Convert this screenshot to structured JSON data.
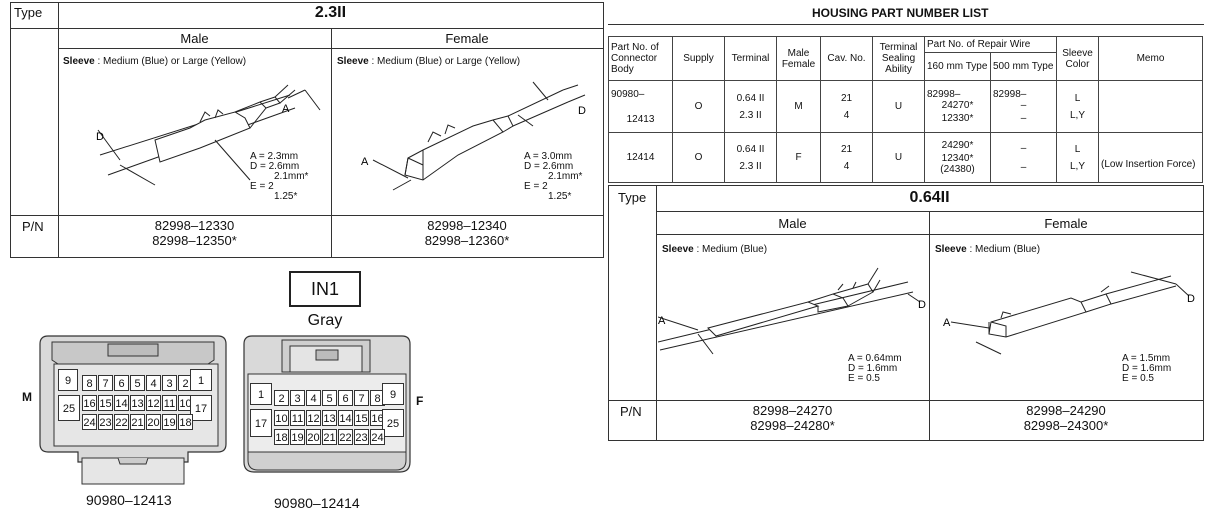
{
  "left_table": {
    "type_label": "Type",
    "type_value": "2.3II",
    "male_header": "Male",
    "female_header": "Female",
    "male_sleeve_key": "Sleeve",
    "male_sleeve": " : Medium (Blue) or Large (Yellow)",
    "female_sleeve_key": "Sleeve",
    "female_sleeve": " : Medium (Blue) or Large (Yellow)",
    "male_dims": [
      "A = 2.3mm",
      "D = 2.6mm",
      "2.1mm*",
      "E = 2",
      "1.25*"
    ],
    "female_dims": [
      "A = 3.0mm",
      "D = 2.6mm",
      "2.1mm*",
      "E = 2",
      "1.25*"
    ],
    "labels": {
      "a": "A",
      "d": "D"
    },
    "pn_label": "P/N",
    "male_pn": [
      "82998–12330",
      "82998–12350*"
    ],
    "female_pn": [
      "82998–12340",
      "82998–12360*"
    ]
  },
  "connector": {
    "name": "IN1",
    "color": "Gray",
    "left_side": "M",
    "right_side": "F",
    "left_part": "90980–12413",
    "right_part": "90980–12414",
    "male_pins_top": [
      "9",
      "8",
      "7",
      "6",
      "5",
      "4",
      "3",
      "2",
      "1"
    ],
    "male_pins_mid": [
      "25",
      "16",
      "15",
      "14",
      "13",
      "12",
      "11",
      "10",
      "17"
    ],
    "male_pins_bot": [
      "24",
      "23",
      "22",
      "21",
      "20",
      "19",
      "18"
    ],
    "female_pins_top": [
      "1",
      "2",
      "3",
      "4",
      "5",
      "6",
      "7",
      "8",
      "9"
    ],
    "female_pins_mid": [
      "17",
      "10",
      "11",
      "12",
      "13",
      "14",
      "15",
      "16",
      "25"
    ],
    "female_pins_bot": [
      "18",
      "19",
      "20",
      "21",
      "22",
      "23",
      "24"
    ]
  },
  "housing": {
    "title": "HOUSING PART NUMBER LIST",
    "headers": {
      "part_no": "Part No. of Connector Body",
      "supply": "Supply",
      "terminal": "Terminal",
      "male_female": "Male Female",
      "cav": "Cav. No.",
      "sealing": "Terminal Sealing Ability",
      "repair": "Part No. of Repair Wire",
      "mm160": "160 mm Type",
      "mm500": "500 mm Type",
      "sleeve": "Sleeve Color",
      "memo": "Memo"
    },
    "row1": {
      "part_a": "90980–",
      "part_b": "12413",
      "supply": "O",
      "term_a": "0.64 II",
      "term_b": "2.3 II",
      "mf": "M",
      "cav_a": "21",
      "cav_b": "4",
      "seal": "U",
      "r160_a": "82998–",
      "r160_b": "24270*",
      "r160_c": "12330*",
      "r500_a": "82998–",
      "r500_b": "–",
      "r500_c": "–",
      "sleeve_a": "L",
      "sleeve_b": "L,Y"
    },
    "row2": {
      "part": "12414",
      "supply": "O",
      "term_a": "0.64 II",
      "term_b": "2.3 II",
      "mf": "F",
      "cav_a": "21",
      "cav_b": "4",
      "seal": "U",
      "r160_a": "24290*",
      "r160_b": "12340*",
      "r160_c": "(24380)",
      "r500_a": "–",
      "r500_b": "–",
      "sleeve_a": "L",
      "sleeve_b": "L,Y",
      "memo": "(Low Insertion Force)"
    }
  },
  "right_table": {
    "type_label": "Type",
    "type_value": "0.64II",
    "male_header": "Male",
    "female_header": "Female",
    "male_sleeve_key": "Sleeve",
    "male_sleeve": " : Medium (Blue)",
    "female_sleeve_key": "Sleeve",
    "female_sleeve": " : Medium (Blue)",
    "male_dims": [
      "A = 0.64mm",
      "D = 1.6mm",
      "E = 0.5"
    ],
    "female_dims": [
      "A = 1.5mm",
      "D = 1.6mm",
      "E = 0.5"
    ],
    "pn_label": "P/N",
    "male_pn": [
      "82998–24270",
      "82998–24280*"
    ],
    "female_pn": [
      "82998–24290",
      "82998–24300*"
    ]
  }
}
